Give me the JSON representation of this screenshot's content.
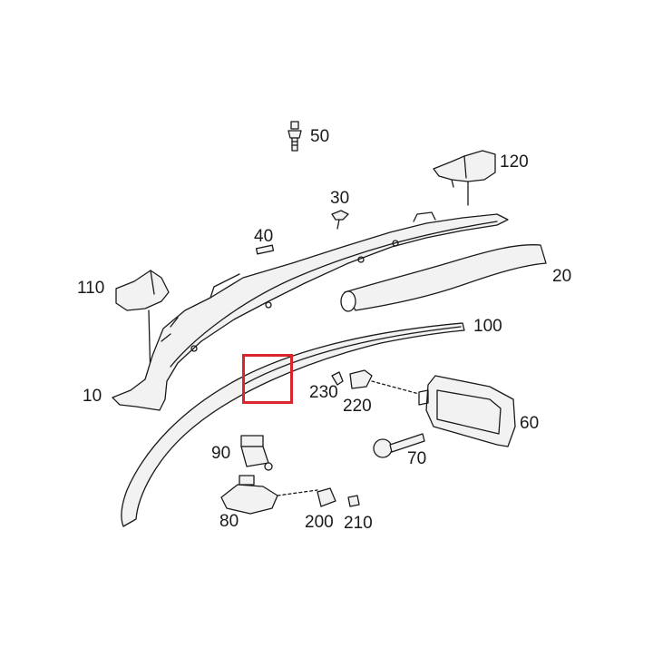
{
  "diagram": {
    "callouts": {
      "c50": "50",
      "c120": "120",
      "c30": "30",
      "c40": "40",
      "c20": "20",
      "c110": "110",
      "c100": "100",
      "c230": "230",
      "c220": "220",
      "c10": "10",
      "c60": "60",
      "c90": "90",
      "c70": "70",
      "c80": "80",
      "c200": "200",
      "c210": "210"
    },
    "colors": {
      "line": "#1a1a1a",
      "fill": "#f2f2f2",
      "highlight": "#d9262c"
    }
  }
}
